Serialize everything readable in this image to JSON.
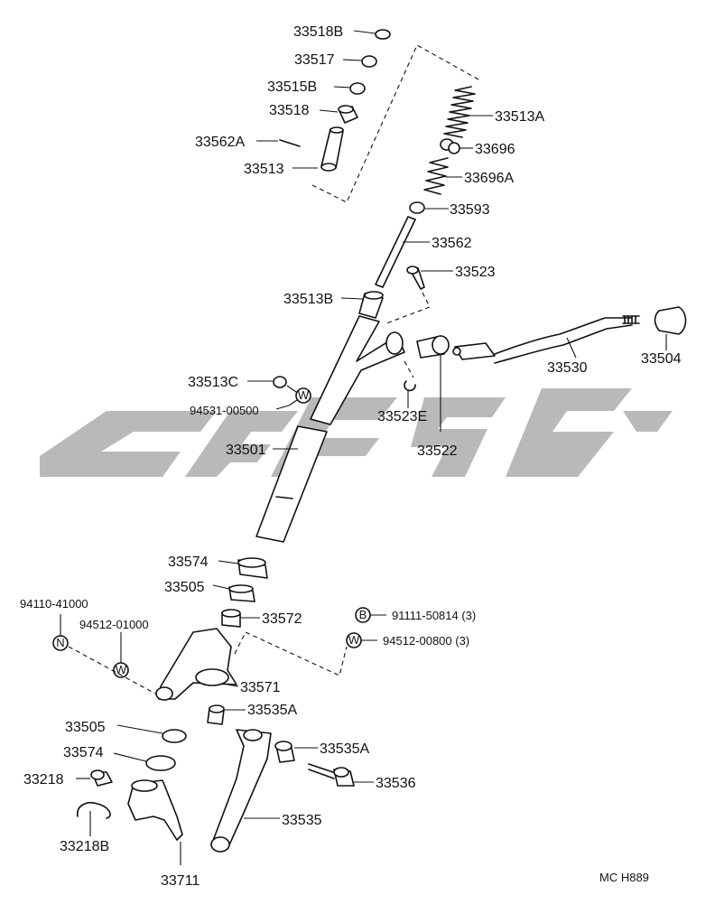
{
  "diagram_code": "MC H889",
  "watermark": "logo",
  "symbols": {
    "n": "N",
    "w": "W",
    "b": "B"
  },
  "labels": {
    "p33518B": "33518B",
    "p33517": "33517",
    "p33515B": "33515B",
    "p33518": "33518",
    "p33562A": "33562A",
    "p33513": "33513",
    "p33513A": "33513A",
    "p33696": "33696",
    "p33696A": "33696A",
    "p33593": "33593",
    "p33562": "33562",
    "p33523": "33523",
    "p33513B": "33513B",
    "p33513C": "33513C",
    "p94531": "94531-00500",
    "p33523E": "33523E",
    "p33522": "33522",
    "p33530": "33530",
    "p33504": "33504",
    "p33501": "33501",
    "p33574a": "33574",
    "p33505a": "33505",
    "p33572": "33572",
    "p94110": "94110-41000",
    "p94512a": "94512-01000",
    "p91111": "91111-50814 (3)",
    "p94512b": "94512-00800 (3)",
    "p33571": "33571",
    "p33535A1": "33535A",
    "p33505b": "33505",
    "p33574b": "33574",
    "p33535A2": "33535A",
    "p33218": "33218",
    "p33536": "33536",
    "p33535": "33535",
    "p33218B": "33218B",
    "p33711": "33711"
  }
}
